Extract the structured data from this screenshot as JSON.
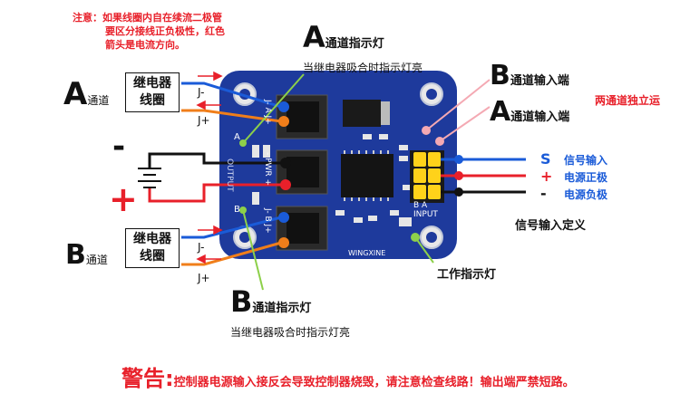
{
  "note": {
    "lines": [
      "注意：如果线圈内自在续流二极管",
      "要区分接线正负极性，红色",
      "箭头是电流方向。"
    ]
  },
  "channel_a": {
    "letter": "A",
    "label": "通道",
    "coil_line1": "继电器",
    "coil_line2": "线圈",
    "j_minus": "J-",
    "j_plus": "J+"
  },
  "channel_b": {
    "letter": "B",
    "label": "通道",
    "coil_line1": "继电器",
    "coil_line2": "线圈",
    "j_minus": "J-",
    "j_plus": "J+"
  },
  "power_minus": "-",
  "power_plus": "+",
  "a_indicator": {
    "letter": "A",
    "title": "通道指示灯",
    "desc": "当继电器吸合时指示灯亮"
  },
  "b_indicator": {
    "letter": "B",
    "title": "通道指示灯",
    "desc": "当继电器吸合时指示灯亮"
  },
  "b_input": {
    "letter": "B",
    "title": "通道输入端"
  },
  "a_input": {
    "letter": "A",
    "title": "通道输入端"
  },
  "independent": "两通道独立运",
  "signals": [
    {
      "symbol": "S",
      "text": "信号输入",
      "color": "#1a5bd8"
    },
    {
      "symbol": "+",
      "text": "电源正极",
      "color": "#e8202a"
    },
    {
      "symbol": "-",
      "text": "电源负极",
      "color": "#111111"
    }
  ],
  "signal_def": "信号输入定义",
  "work_led": "工作指示灯",
  "warning": {
    "title": "警告:",
    "text": "控制器电源输入接反会导致控制器烧毁，请注意检查线路！输出端严禁短路。"
  },
  "pcb": {
    "brand": "WINGXINE",
    "input_label": "INPUT",
    "output_label": "OUTPUT",
    "silk_a": "A",
    "silk_b": "B",
    "silk_ba": "B A",
    "pins_a": "J- A J+",
    "pins_mid": "- PWR +",
    "pins_b": "J- B J+"
  },
  "colors": {
    "pcb": "#1e3a9c",
    "red": "#e8202a",
    "blue": "#1a5bd8",
    "orange": "#f07e1a"
  }
}
